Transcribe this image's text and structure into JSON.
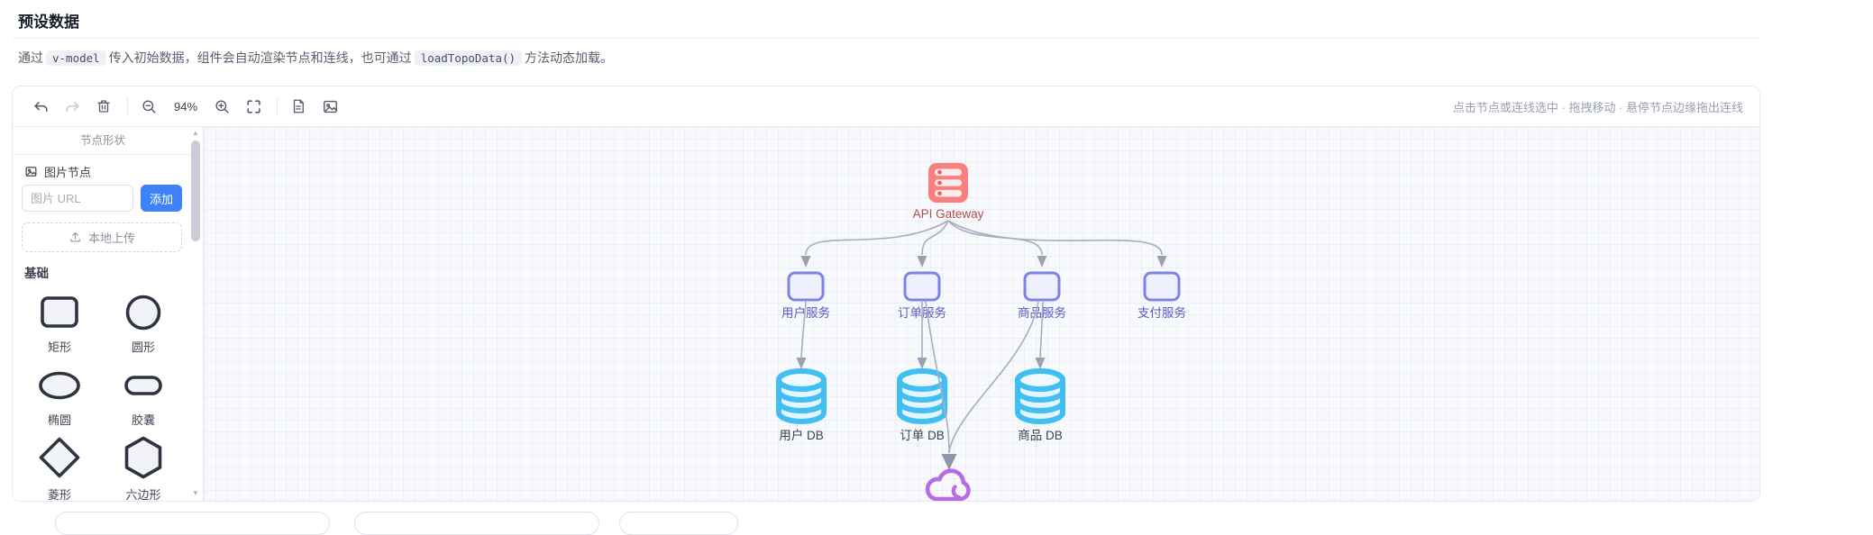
{
  "page": {
    "title": "预设数据",
    "desc": {
      "p1": "通过",
      "code1": "v-model",
      "p2": "传入初始数据，组件会自动渲染节点和连线，也可通过",
      "code2": "loadTopoData()",
      "p3": "方法动态加载。"
    }
  },
  "toolbar": {
    "zoom_level": "94%",
    "hint": "点击节点或连线选中 · 拖拽移动 · 悬停节点边缘拖出连线",
    "icons": [
      "undo-icon",
      "redo-icon",
      "trash-icon",
      "zoom-out-icon",
      "zoom-in-icon",
      "fullscreen-icon",
      "export-file-icon",
      "export-image-icon"
    ]
  },
  "sidebar": {
    "title": "节点形状",
    "image_node_label": "图片节点",
    "url_placeholder": "图片 URL",
    "add_button": "添加",
    "upload_button": "本地上传",
    "basic_section": "基础",
    "shapes": [
      {
        "type": "rect",
        "label": "矩形"
      },
      {
        "type": "circle",
        "label": "圆形"
      },
      {
        "type": "ellipse",
        "label": "椭圆"
      },
      {
        "type": "capsule",
        "label": "胶囊"
      },
      {
        "type": "diamond",
        "label": "菱形"
      },
      {
        "type": "hexagon",
        "label": "六边形"
      }
    ]
  },
  "topology": {
    "nodes": [
      {
        "id": "gateway",
        "label": "API Gateway",
        "type": "server-icon"
      },
      {
        "id": "user-svc",
        "label": "用户服务",
        "type": "rect"
      },
      {
        "id": "order-svc",
        "label": "订单服务",
        "type": "rect"
      },
      {
        "id": "product-svc",
        "label": "商品服务",
        "type": "rect"
      },
      {
        "id": "pay-svc",
        "label": "支付服务",
        "type": "rect"
      },
      {
        "id": "user-db",
        "label": "用户 DB",
        "type": "database-icon"
      },
      {
        "id": "order-db",
        "label": "订单 DB",
        "type": "database-icon"
      },
      {
        "id": "product-db",
        "label": "商品 DB",
        "type": "database-icon"
      },
      {
        "id": "cloud",
        "label": "",
        "type": "cloud-icon"
      }
    ],
    "edges": [
      {
        "from": "gateway",
        "to": "user-svc"
      },
      {
        "from": "gateway",
        "to": "order-svc"
      },
      {
        "from": "gateway",
        "to": "product-svc"
      },
      {
        "from": "gateway",
        "to": "pay-svc"
      },
      {
        "from": "user-svc",
        "to": "user-db"
      },
      {
        "from": "order-svc",
        "to": "order-db"
      },
      {
        "from": "product-svc",
        "to": "product-db"
      },
      {
        "from": "order-svc",
        "to": "cloud"
      },
      {
        "from": "product-svc",
        "to": "cloud"
      }
    ]
  },
  "colors": {
    "accent_blue": "#3e82f7",
    "gateway_red": "#f87d7e",
    "service_purple": "#7d82e8",
    "db_cyan": "#41bff2",
    "cloud_purple": "#b76ce4",
    "edge_gray": "#a6adbe"
  }
}
